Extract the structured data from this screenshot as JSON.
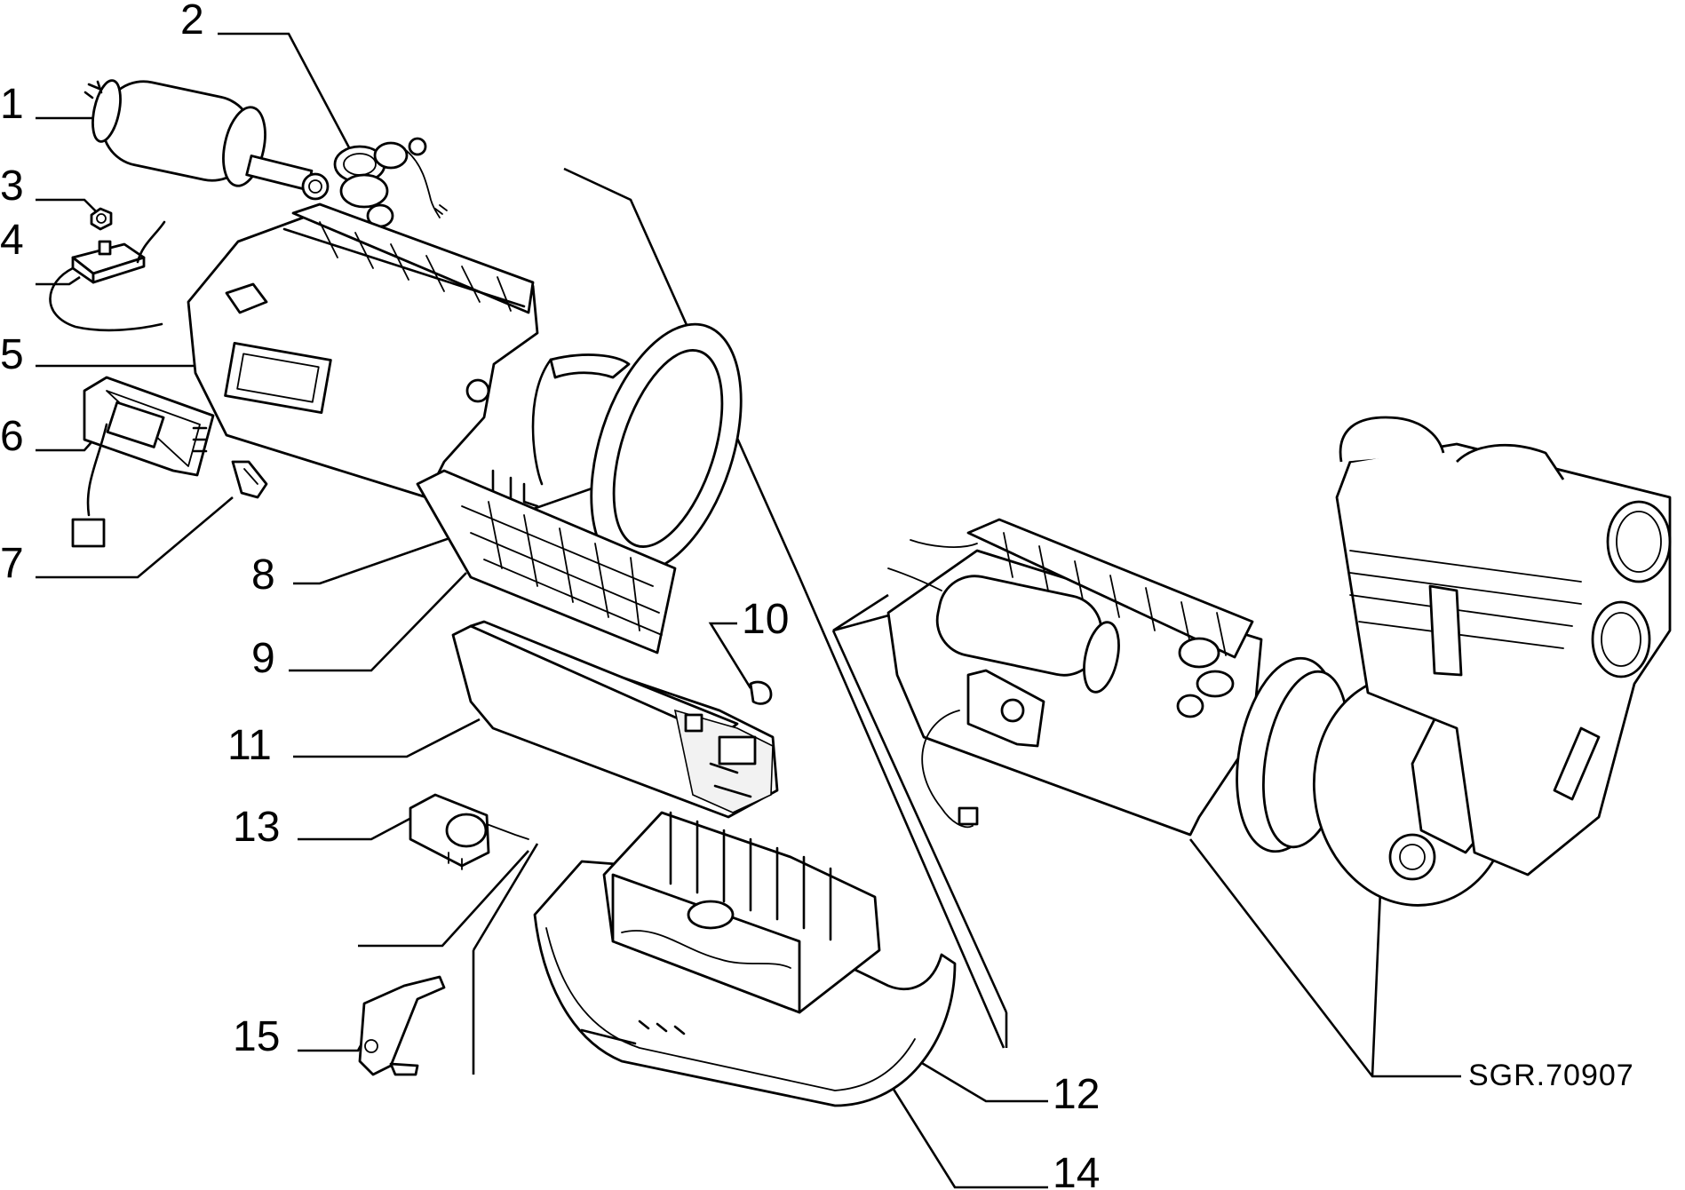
{
  "callouts": [
    {
      "id": "1",
      "label": "1"
    },
    {
      "id": "2",
      "label": "2"
    },
    {
      "id": "3",
      "label": "3"
    },
    {
      "id": "4",
      "label": "4"
    },
    {
      "id": "5",
      "label": "5"
    },
    {
      "id": "6",
      "label": "6"
    },
    {
      "id": "7",
      "label": "7"
    },
    {
      "id": "8",
      "label": "8"
    },
    {
      "id": "9",
      "label": "9"
    },
    {
      "id": "10",
      "label": "10"
    },
    {
      "id": "11",
      "label": "11"
    },
    {
      "id": "12",
      "label": "12"
    },
    {
      "id": "13",
      "label": "13"
    },
    {
      "id": "14",
      "label": "14"
    },
    {
      "id": "15",
      "label": "15"
    }
  ],
  "drawing_reference": "SGR.70907"
}
